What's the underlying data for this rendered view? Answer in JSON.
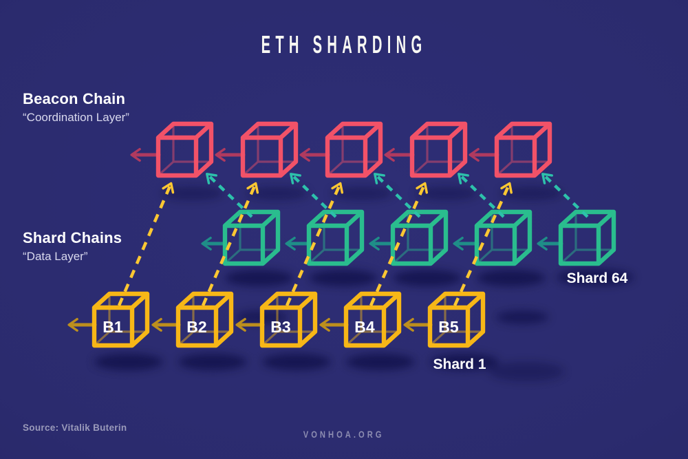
{
  "title": "ETH SHARDING",
  "beacon": {
    "title": "Beacon Chain",
    "subtitle": "“Coordination Layer”"
  },
  "shards": {
    "title": "Shard Chains",
    "subtitle": "“Data Layer”"
  },
  "labels": {
    "shard64": "Shard 64",
    "shard1": "Shard 1"
  },
  "blocks": [
    "B1",
    "B2",
    "B3",
    "B4",
    "B5"
  ],
  "footer": {
    "source": "Source: Vitalik Buterin",
    "site": "VONHOA.ORG"
  },
  "colors": {
    "background": "#2b2b6e",
    "beacon_cube": "#f25268",
    "beacon_arrow": "#b03a5f",
    "shard_cube": "#2abd8e",
    "shard_arrow": "#1f8e88",
    "block_cube": "#f7b717",
    "block_arrow": "#bd8f1d",
    "crosslink_dash": "#fdc832",
    "attestation_dash": "#2dc1ab",
    "shadow": "#0a0a30"
  }
}
